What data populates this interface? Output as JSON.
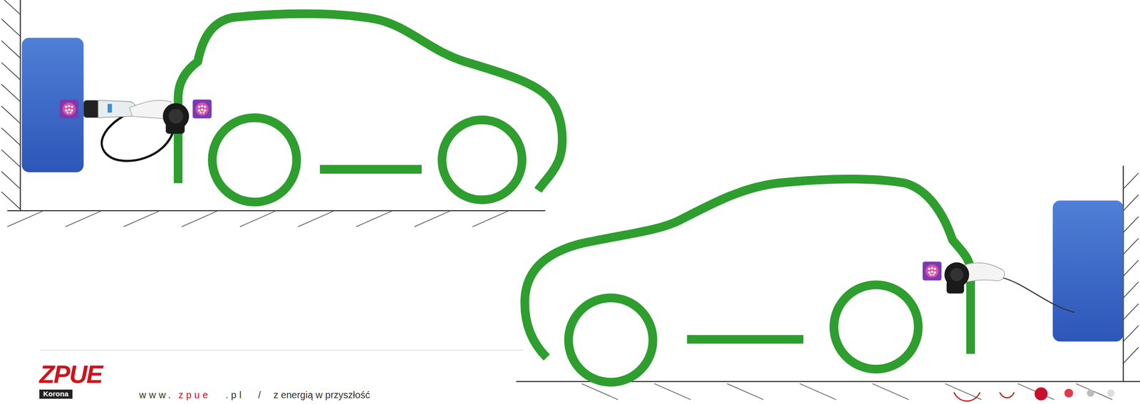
{
  "diagram": {
    "labels": [
      "ZPUE",
      "Korona",
      "www.",
      "zpue",
      ".pl",
      "/",
      "z energią w przyszłość"
    ]
  }
}
